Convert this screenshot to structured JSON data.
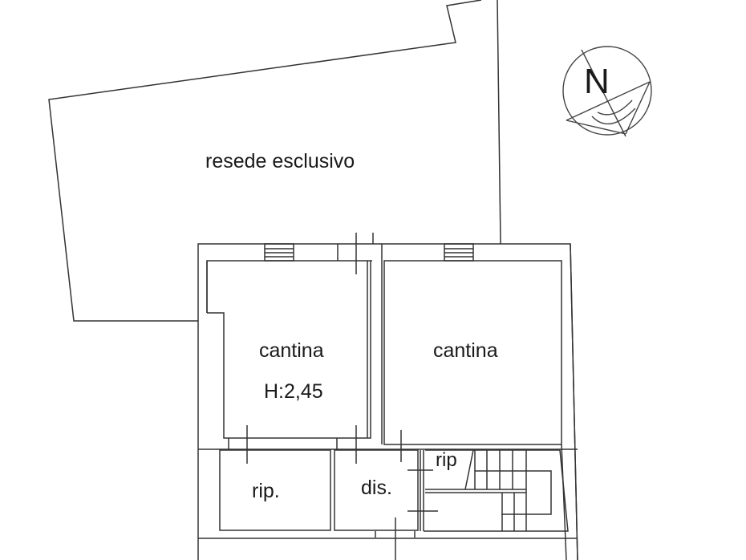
{
  "plan": {
    "type": "floor-plan",
    "outdoor_area": {
      "label": "resede esclusivo"
    },
    "rooms": [
      {
        "id": "cantina-left",
        "label": "cantina",
        "height_label": "H:2,45"
      },
      {
        "id": "cantina-right",
        "label": "cantina"
      },
      {
        "id": "ripostiglio-left",
        "label": "rip."
      },
      {
        "id": "disimpegno",
        "label": "dis."
      },
      {
        "id": "ripostiglio-stair",
        "label": "rip"
      }
    ],
    "compass": {
      "label": "N"
    }
  },
  "colors": {
    "line": "#333333",
    "background": "#ffffff",
    "text": "#1a1a1a"
  }
}
